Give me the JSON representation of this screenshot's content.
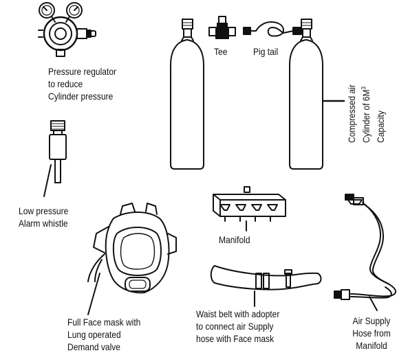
{
  "labels": {
    "regulator": [
      "Pressure regulator",
      "to reduce",
      "Cylinder pressure"
    ],
    "tee": "Tee",
    "pigtail": "Pig tail",
    "cylinder": {
      "line1": "Compressed air",
      "line2_prefix": "Cylinder of 6M",
      "line2_sup": "3",
      "line3": "Capacity"
    },
    "whistle": [
      "Low pressure",
      "Alarm whistle"
    ],
    "manifold": "Manifold",
    "mask": [
      "Full Face mask with",
      "Lung operated",
      "Demand valve"
    ],
    "belt": [
      "Waist belt with adopter",
      "to connect air Supply",
      "hose with Face mask"
    ],
    "hose": [
      "Air Supply",
      "Hose from",
      "Manifold"
    ]
  },
  "colors": {
    "ink": "#111111",
    "paper": "#ffffff"
  }
}
